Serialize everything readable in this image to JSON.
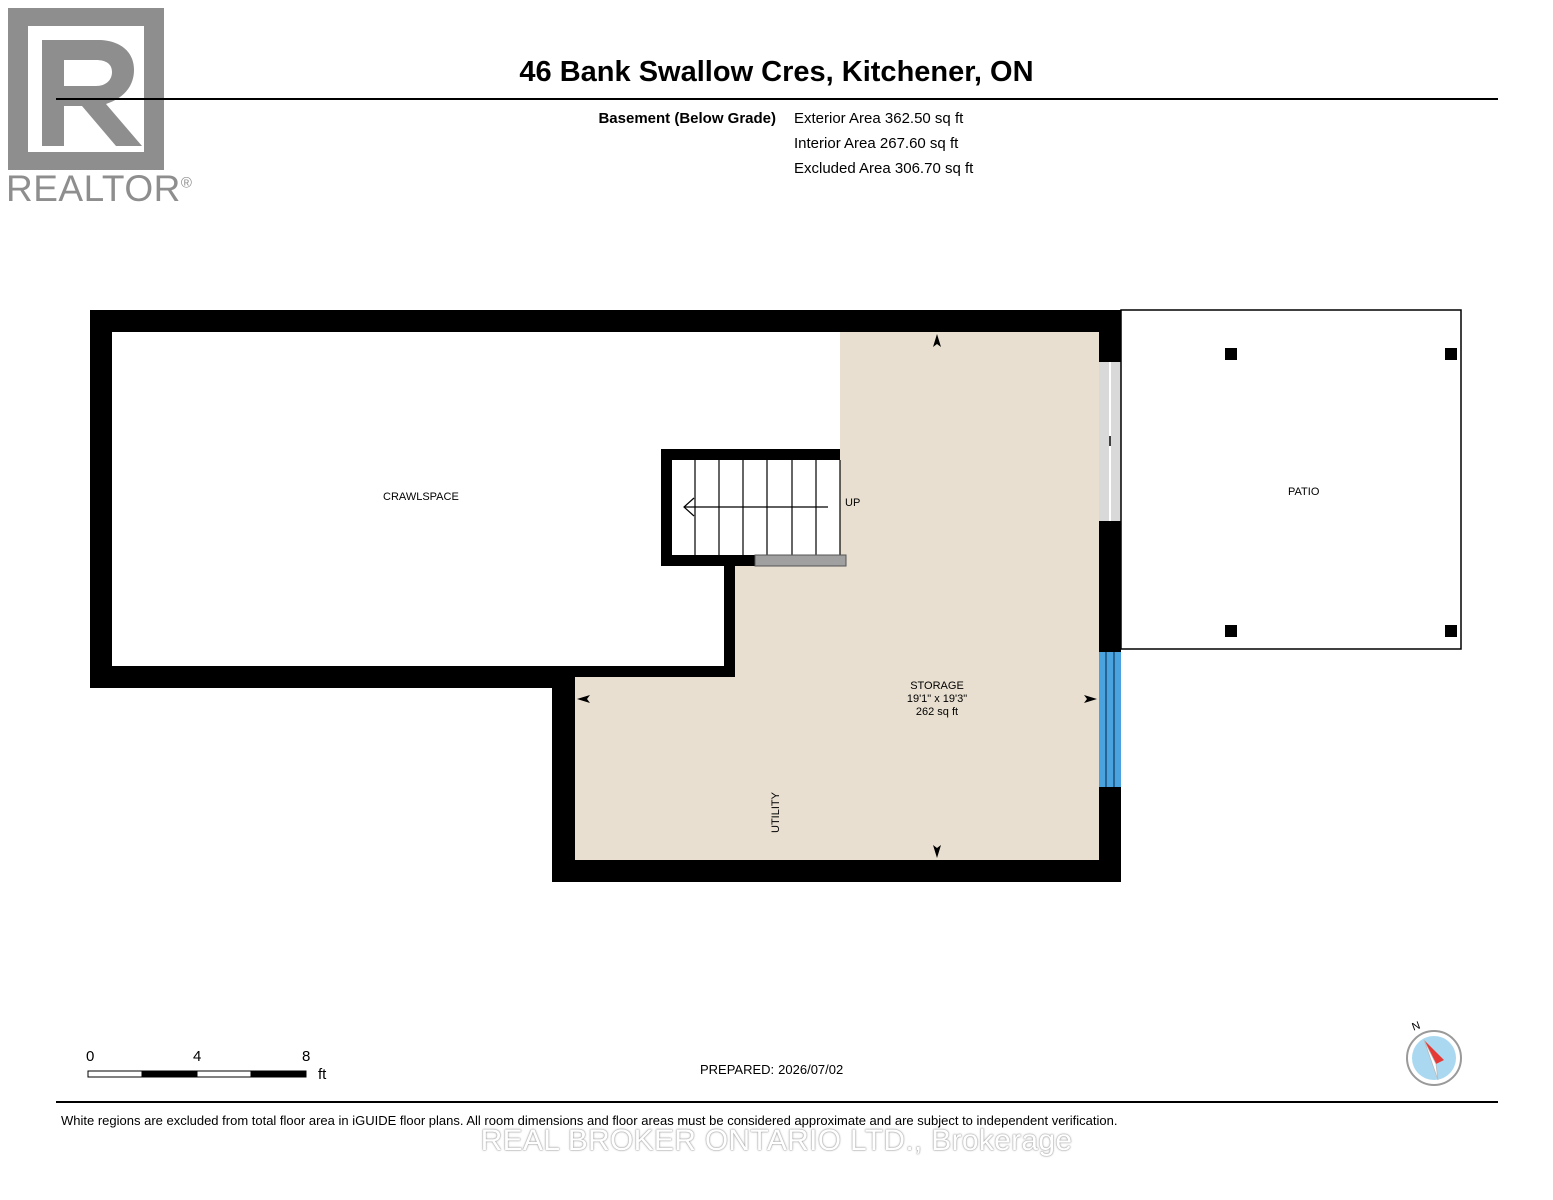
{
  "logo": {
    "text": "REALTOR",
    "registered": "®"
  },
  "header": {
    "address": "46 Bank Swallow Cres, Kitchener, ON"
  },
  "floor": {
    "name": "Basement (Below Grade)",
    "areas": [
      {
        "label": "Exterior Area",
        "value": "362.50 sq ft"
      },
      {
        "label": "Interior Area",
        "value": "267.60 sq ft"
      },
      {
        "label": "Excluded Area",
        "value": "306.70 sq ft"
      }
    ]
  },
  "rooms": {
    "crawlspace": "CRAWLSPACE",
    "patio": "PATIO",
    "storage_name": "STORAGE",
    "storage_dims": "19'1\" x 19'3\"",
    "storage_area": "262 sq ft",
    "utility": "UTILITY",
    "stairs_direction": "UP"
  },
  "scale": {
    "ticks": [
      "0",
      "4",
      "8"
    ],
    "unit": "ft"
  },
  "prepared": {
    "label": "PREPARED:",
    "date": "2026/07/02"
  },
  "compass": {
    "north": "N"
  },
  "footer": {
    "disclaimer": "White regions are excluded from total floor area in iGUIDE floor plans. All room dimensions and floor areas must be considered approximate and are subject to independent verification.",
    "brokerage": "REAL BROKER ONTARIO LTD., Brokerage"
  },
  "colors": {
    "interior_fill": "#e8dfd1",
    "wall": "#000000",
    "window": "#4aa3df",
    "logo_gray": "#8e8e8e",
    "stair_landing": "#a0a0a0"
  }
}
